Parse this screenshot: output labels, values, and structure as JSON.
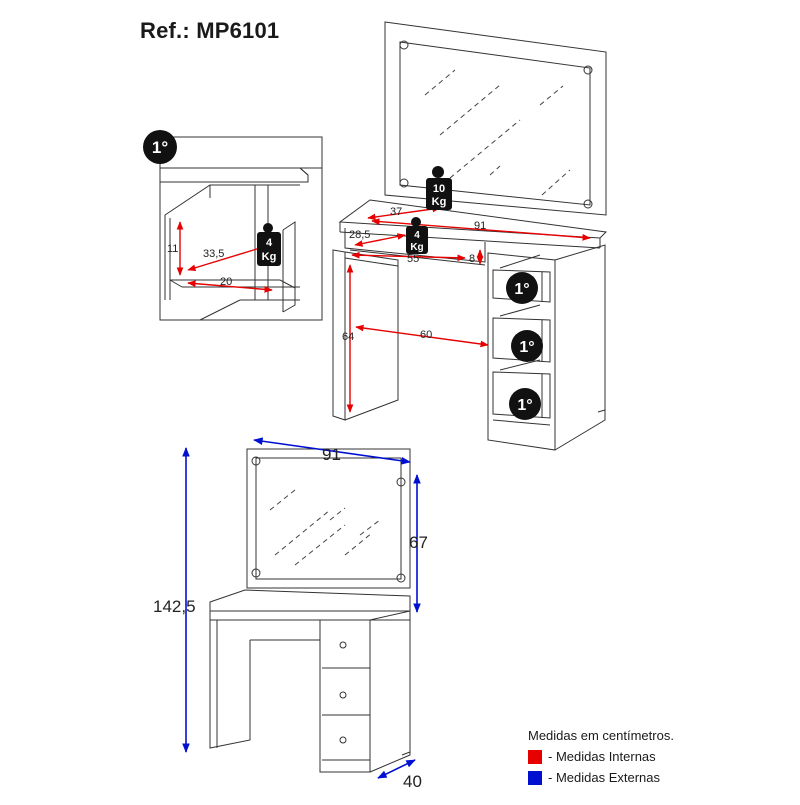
{
  "title": "Ref.: MP6101",
  "colors": {
    "internal": "#e60000",
    "external": "#0010d0",
    "line": "#333333",
    "badge": "#111111"
  },
  "detail": {
    "step_badge": "1°",
    "dim_height": "11",
    "dim_depth": "33,5",
    "dim_width": "20",
    "weight_label_1": "4",
    "weight_label_2": "Kg"
  },
  "upper_view": {
    "weight_mirror_1": "10",
    "weight_mirror_2": "Kg",
    "weight_drawer_1": "4",
    "weight_drawer_2": "Kg",
    "dim_37": "37",
    "dim_91": "91",
    "dim_28_5": "28,5",
    "dim_55": "55",
    "dim_8": "8",
    "dim_64": "64",
    "dim_60": "60",
    "drawer_badges": [
      "1°",
      "1°",
      "1°"
    ]
  },
  "front_view": {
    "width": "91",
    "mirror_height": "67",
    "total_height": "142,5",
    "depth": "40"
  },
  "legend": {
    "title": "Medidas em centímetros.",
    "internal": "- Medidas Internas",
    "external": "- Medidas Externas"
  }
}
